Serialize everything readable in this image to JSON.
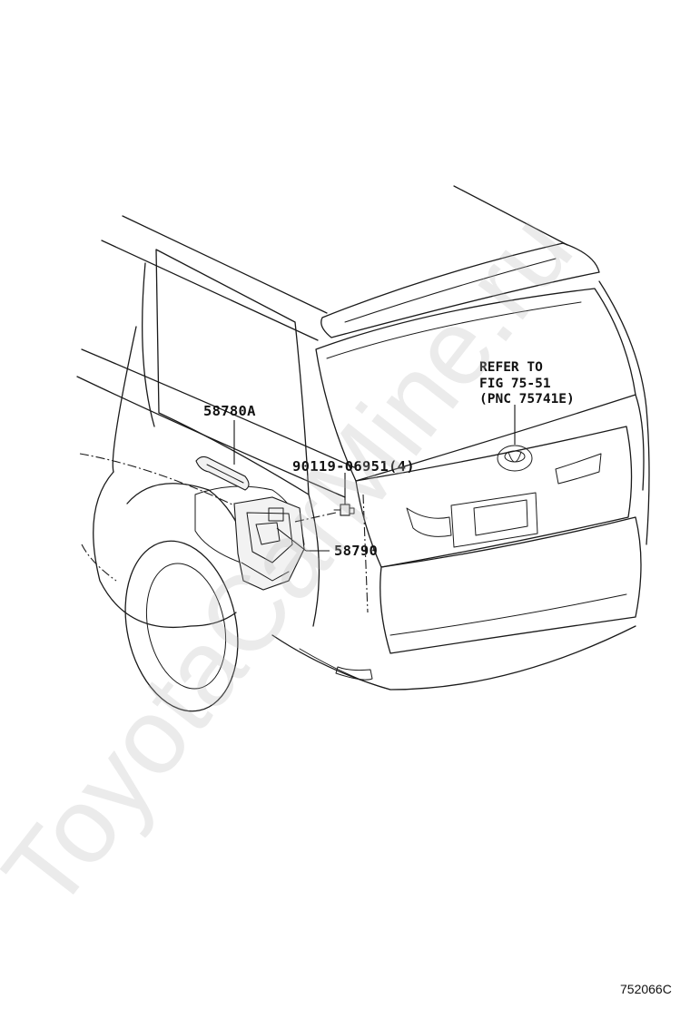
{
  "diagram": {
    "callouts": {
      "part_58780A": "58780A",
      "part_90119": "90119-06951(4)",
      "part_58790": "58790"
    },
    "refer_note": {
      "line1": "REFER TO",
      "line2": "FIG 75-51",
      "line3": "(PNC 75741E)"
    },
    "figure_id": "752066C",
    "watermark": "ToyotaCarMine.ru"
  },
  "colors": {
    "line": "#1a1a1a",
    "background": "#ffffff",
    "watermark": "#b8b8b8"
  }
}
